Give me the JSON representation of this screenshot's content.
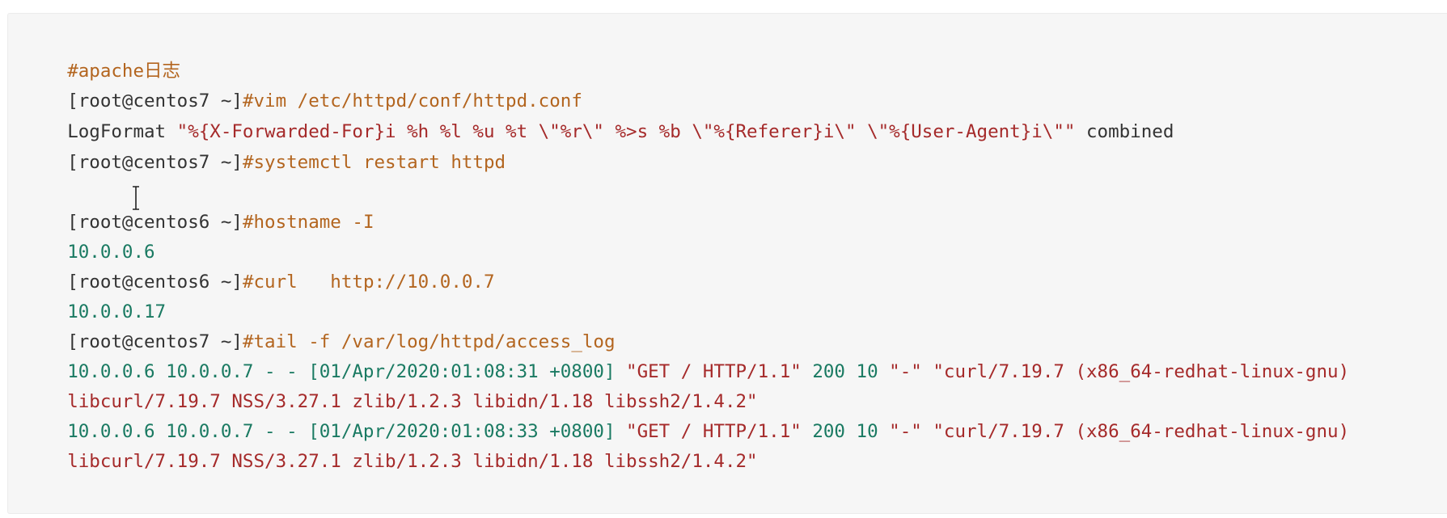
{
  "colors": {
    "background": "#f6f6f6",
    "border": "#ececec",
    "default_text": "#333333",
    "comment": "#b3651f",
    "string": "#a52a2a",
    "number": "#1a7a62",
    "keyword": "#a0522d"
  },
  "code": {
    "l1": "#apache日志",
    "l2_prompt": "[root@centos7 ~]",
    "l2_cmd": "#vim /etc/httpd/conf/httpd.conf",
    "l3_directive": "LogFormat ",
    "l3_format": "\"%{X-Forwarded-For}i %h %l %u %t \\\"%r\\\" %>s %b \\\"%{Referer}i\\\" \\\"%{User-Agent}i\\\"\"",
    "l3_nickname": " combined",
    "l4_prompt": "[root@centos7 ~]",
    "l4_cmd": "#systemctl restart httpd",
    "l5_prompt": "[root@centos6 ~]",
    "l5_cmd": "#hostname -I",
    "l6": "10.0.0.6",
    "l7_prompt": "[root@centos6 ~]",
    "l7_cmd": "#curl   http://10.0.0.7",
    "l8": "10.0.0.17",
    "l9_prompt": "[root@centos7 ~]",
    "l9_cmd": "#tail -f /var/log/httpd/access_log",
    "log1_a": "10.0.0.6 10.0.0.7 - - [01/Apr/2020:01:08:31 +0800] ",
    "log1_req": "\"GET / HTTP/1.1\" ",
    "log1_status": "200 10 ",
    "log1_ref": "\"-\" ",
    "log1_ua1": "\"curl/7.19.7 (x86_64-redhat-linux-gnu)",
    "log1_ua2": "libcurl/7.19.7 NSS/3.27.1 zlib/1.2.3 libidn/1.18 libssh2/1.4.2\"",
    "log2_a": "10.0.0.6 10.0.0.7 - - [01/Apr/2020:01:08:33 +0800] ",
    "log2_req": "\"GET / HTTP/1.1\" ",
    "log2_status": "200 10 ",
    "log2_ref": "\"-\" ",
    "log2_ua1": "\"curl/7.19.7 (x86_64-redhat-linux-gnu)",
    "log2_ua2": "libcurl/7.19.7 NSS/3.27.1 zlib/1.2.3 libidn/1.18 libssh2/1.4.2\""
  },
  "icons": {
    "cursor": "text-cursor-icon"
  }
}
